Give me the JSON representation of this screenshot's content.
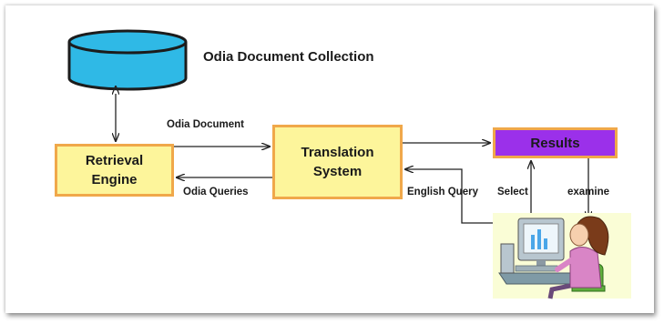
{
  "diagram": {
    "title": "Odia Document Collection",
    "nodes": {
      "retrieval_engine": "Retrieval Engine",
      "translation_system": "Translation System",
      "results": "Results"
    },
    "edge_labels": {
      "odia_document": "Odia Document",
      "odia_queries": "Odia Queries",
      "english_query": "English Query",
      "select": "Select",
      "examine": "examine"
    },
    "icons": [
      "database-icon",
      "user-at-computer-icon"
    ],
    "colors": {
      "box_fill": "#fdf59b",
      "box_border": "#f0a84a",
      "results_fill": "#9b30ea",
      "database_fill": "#2fb9e6"
    }
  }
}
